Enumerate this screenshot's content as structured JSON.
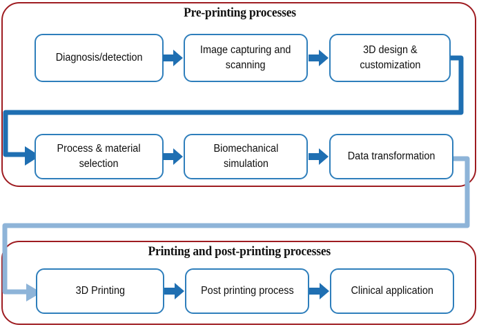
{
  "diagram": {
    "type": "flowchart",
    "title_implicit": "3D printing workflow in medicine",
    "colors": {
      "group_border": "#9E1B20",
      "box_border": "#2E7EBB",
      "arrow_fill": "#1F6FB2",
      "connector_primary": "#1F6FB2",
      "connector_secondary": "#8EB4D8",
      "box_background": "#FFFFFF",
      "text": "#0D0D0D",
      "page_background": "#FFFFFF"
    },
    "groups": [
      {
        "id": "pre",
        "title": "Pre-printing processes",
        "rows": [
          [
            "Diagnosis/detection",
            "Image capturing and scanning",
            "3D design & customization"
          ],
          [
            "Process & material selection",
            "Biomechanical simulation",
            "Data transformation"
          ]
        ]
      },
      {
        "id": "post",
        "title": "Printing and post-printing processes",
        "rows": [
          [
            "3D Printing",
            "Post printing process",
            "Clinical application"
          ]
        ]
      }
    ],
    "nodes": {
      "diagnosis": "Diagnosis/detection",
      "imaging_line1": "Image capturing and",
      "imaging_line2": "scanning",
      "design_line1": "3D design &",
      "design_line2": "customization",
      "process_line1": "Process & material",
      "process_line2": "selection",
      "biomech_line1": "Biomechanical",
      "biomech_line2": "simulation",
      "data_transformation": "Data transformation",
      "printing_3d": "3D Printing",
      "post_printing": "Post printing process",
      "clinical": "Clinical application"
    },
    "edges": [
      {
        "from": "Diagnosis/detection",
        "to": "Image capturing and scanning",
        "style": "block-arrow",
        "direction": "right"
      },
      {
        "from": "Image capturing and scanning",
        "to": "3D design & customization",
        "style": "block-arrow",
        "direction": "right"
      },
      {
        "from": "3D design & customization",
        "to": "Process & material selection",
        "style": "elbow",
        "direction": "right-down-left-down-right",
        "color": "#1F6FB2"
      },
      {
        "from": "Process & material selection",
        "to": "Biomechanical simulation",
        "style": "block-arrow",
        "direction": "right"
      },
      {
        "from": "Biomechanical simulation",
        "to": "Data transformation",
        "style": "block-arrow",
        "direction": "right"
      },
      {
        "from": "Data transformation",
        "to": "3D Printing",
        "style": "elbow",
        "direction": "right-down-left-down-right",
        "color": "#8EB4D8"
      },
      {
        "from": "3D Printing",
        "to": "Post printing process",
        "style": "block-arrow",
        "direction": "right"
      },
      {
        "from": "Post printing process",
        "to": "Clinical application",
        "style": "block-arrow",
        "direction": "right"
      }
    ]
  }
}
